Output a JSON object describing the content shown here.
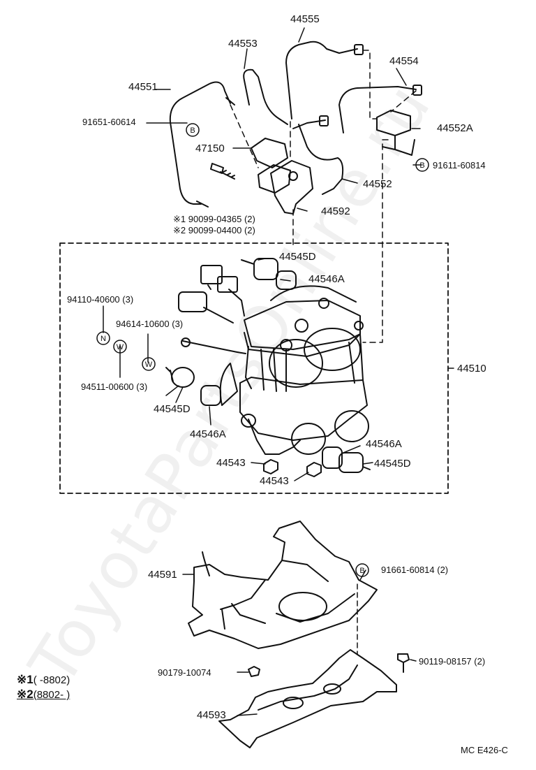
{
  "labels": {
    "p44555": "44555",
    "p44553": "44553",
    "p44554": "44554",
    "p44551": "44551",
    "p91651_60614": "91651-60614",
    "p44552A": "44552A",
    "p47150": "47150",
    "p91611_60814": "91611-60814",
    "p44552": "44552",
    "p44592": "44592",
    "bolt1": "※1 90099-04365 (2)",
    "bolt2": "※2 90099-04400 (2)",
    "p44545D_top": "44545D",
    "p44546A_top": "44546A",
    "p94110": "94110-40600 (3)",
    "p94614": "94614-10600 (3)",
    "p94511": "94511-00600 (3)",
    "p44510": "44510",
    "p44545D_left": "44545D",
    "p44546A_left": "44546A",
    "p44546A_right": "44546A",
    "p44545D_right": "44545D",
    "p44543_a": "44543",
    "p44543_b": "44543",
    "p44591": "44591",
    "p91661": "91661-60814 (2)",
    "p90179": "90179-10074",
    "p90119": "90119-08157 (2)",
    "p44593": "44593"
  },
  "markers": {
    "B1": "B",
    "B2": "B",
    "B3": "B",
    "N": "N",
    "W1": "W",
    "W2": "W"
  },
  "notes": {
    "n1_mark": "※1",
    "n1_text": "(        -8802)",
    "n2_mark": "※2",
    "n2_text": "(8802-          )"
  },
  "code": "MC E426-C",
  "watermark": "ToyotaPartsOnline.ru",
  "colors": {
    "ink": "#111111",
    "paper": "#ffffff"
  }
}
